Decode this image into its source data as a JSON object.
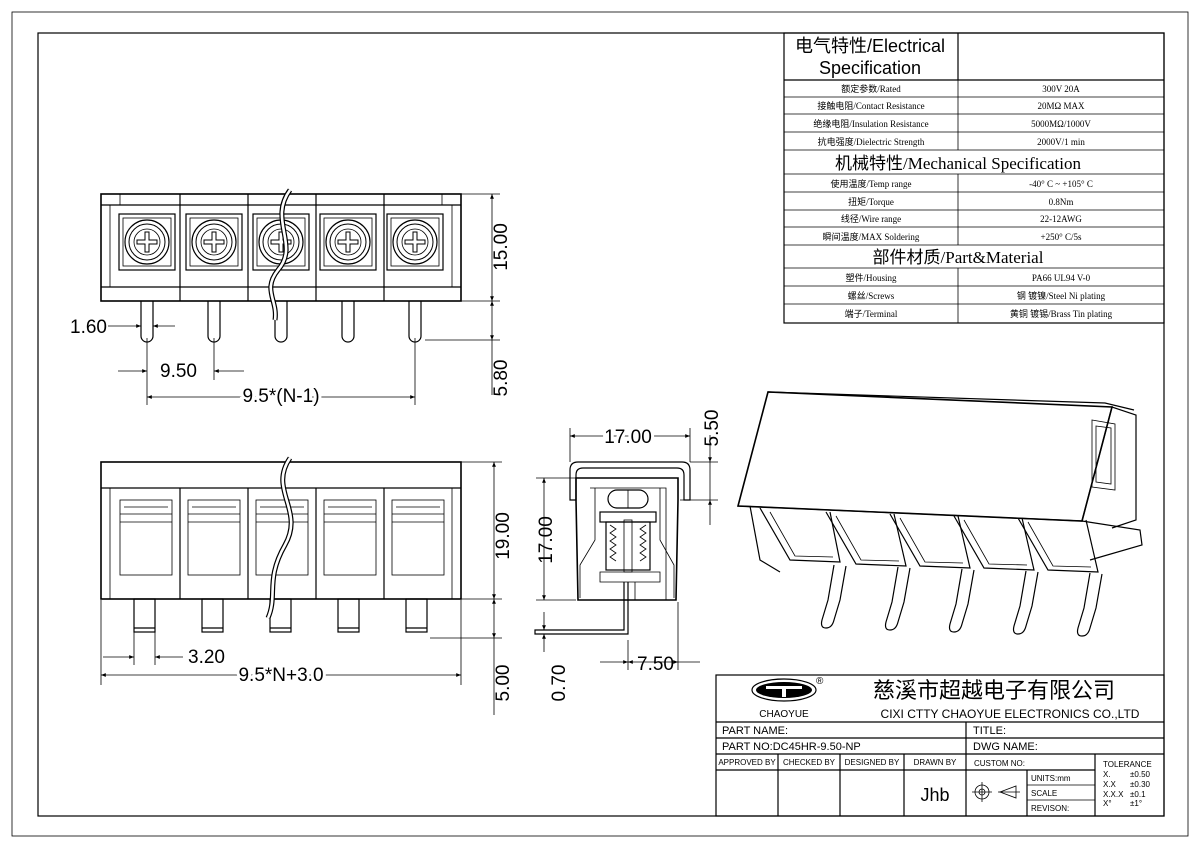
{
  "spec_table": {
    "electrical_title_1": "电气特性/Electrical",
    "electrical_title_2": "Specification",
    "electrical_rows": [
      {
        "label": "额定参数/Rated",
        "value": "300V  20A"
      },
      {
        "label": "接触电阻/Contact Resistance",
        "value": "20MΩ MAX"
      },
      {
        "label": "绝缘电阻/Insulation Resistance",
        "value": "5000MΩ/1000V"
      },
      {
        "label": "抗电强度/Dielectric Strength",
        "value": "2000V/1 min"
      }
    ],
    "mechanical_title": "机械特性/Mechanical Specification",
    "mechanical_rows": [
      {
        "label": "使用温度/Temp range",
        "value": "-40° C ~ +105° C"
      },
      {
        "label": "扭矩/Torque",
        "value": "0.8Nm"
      },
      {
        "label": "线径/Wire range",
        "value": "22-12AWG"
      },
      {
        "label": "瞬间温度/MAX Soldering",
        "value": "+250° C/5s"
      }
    ],
    "material_title": "部件材质/Part&Material",
    "material_rows": [
      {
        "label": "塑件/Housing",
        "value": "PA66 UL94 V-0"
      },
      {
        "label": "螺丝/Screws",
        "value": "钢 镀镍/Steel Ni plating"
      },
      {
        "label": "端子/Terminal",
        "value": "黄铜 镀锡/Brass Tin  plating"
      }
    ]
  },
  "dimensions": {
    "pin_width": "1.60",
    "pitch": "9.50",
    "pin_span": "9.5*(N-1)",
    "top_height": "15.00",
    "pin_length": "5.80",
    "side_width": "17.00",
    "side_top": "5.50",
    "side_height": "17.00",
    "side_pin_offset": "7.50",
    "pin_thickness": "0.70",
    "front_height": "19.00",
    "front_pin_len": "5.00",
    "end_offset": "3.20",
    "total_length": "9.5*N+3.0"
  },
  "title_block": {
    "company_cn": "慈溪市超越电子有限公司",
    "company_en": "CIXI CTTY CHAOYUE ELECTRONICS CO.,LTD",
    "logo_text": "CHAOYUE",
    "registered": "®",
    "part_name_label": "PART NAME:",
    "title_label": "TITLE:",
    "part_no_label": "PART NO:DC45HR-9.50-NP",
    "dwg_name_label": "DWG NAME:",
    "approved_by": "APPROVED BY",
    "checked_by": "CHECKED BY",
    "designed_by": "DESIGNED BY",
    "drawn_by": "DRAWN BY",
    "drawn_by_value": "Jhb",
    "custom_no": "CUSTOM NO:",
    "units": "UNITS:mm",
    "scale": "SCALE",
    "revision": "REVISON:",
    "tolerance_title": "TOLERANCE",
    "tolerances": [
      {
        "key": "X.",
        "val": "±0.50"
      },
      {
        "key": "X.X",
        "val": "±0.30"
      },
      {
        "key": "X.X.X",
        "val": "±0.1"
      },
      {
        "key": "X°",
        "val": "±1°"
      }
    ]
  }
}
